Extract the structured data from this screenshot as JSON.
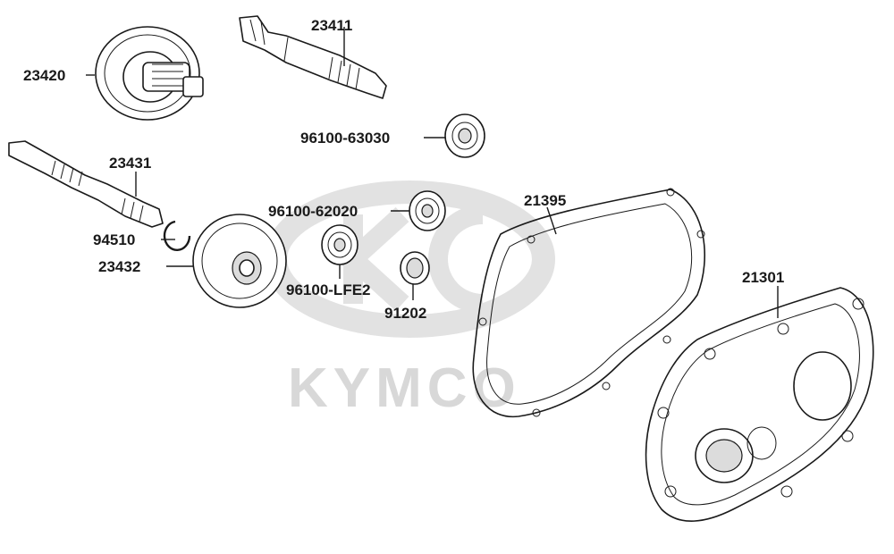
{
  "watermark": {
    "brand": "KYMCO"
  },
  "callouts": {
    "c23411": "23411",
    "c23420": "23420",
    "c96100_63030": "96100-63030",
    "c23431": "23431",
    "c96100_62020": "96100-62020",
    "c21395": "21395",
    "c94510": "94510",
    "c23432": "23432",
    "c96100_lfe2": "96100-LFE2",
    "c91202": "91202",
    "c21301": "21301"
  }
}
